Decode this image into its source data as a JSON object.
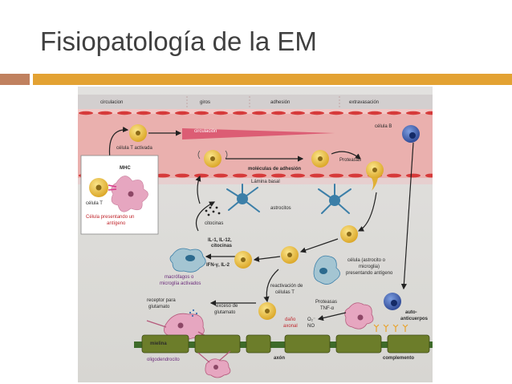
{
  "slide": {
    "title": "Fisiopatología de la EM"
  },
  "figure": {
    "stages": [
      "circulacion",
      "giros",
      "adhesión",
      "extravasación"
    ],
    "labels": {
      "circulacion_blood": "circulación",
      "celula_t_activada": "célula T activada",
      "celula_b": "célula B",
      "moleculas_adhesion": "moléculas de adhesión",
      "proteasas_top": "Proteasas",
      "lamina_basal": "Lámina basal",
      "astrocitos": "astrocitos",
      "mhc": "MHC",
      "celula_t": "célula T",
      "apc_line1": "Célula presentando un",
      "apc_line2": "antígeno",
      "citocinas": "citocinas",
      "il_line1": "IL-1, IL-12,",
      "il_line2": "citocinas",
      "ifn": "IFN-γ, IL-2",
      "macro_line1": "macrófagos o",
      "macro_line2": "microglía activados",
      "apc2_line1": "célula (astrocito o",
      "apc2_line2": "microglia)",
      "apc2_line3": "presentando antígeno",
      "react_line1": "reactivación de",
      "react_line2": "células T",
      "receptor_line1": "receptor para",
      "receptor_line2": "glutamato",
      "exceso_line1": "exceso de",
      "exceso_line2": "glutamato",
      "proteasas_bottom": "Proteasas",
      "tnf": "TNF-α",
      "dano_line1": "daño",
      "dano_line2": "axonal",
      "o2": "O₂⁻",
      "no": "NO",
      "auto_line1": "auto-",
      "auto_line2": "anticuerpos",
      "mielina": "mielina",
      "axon": "axón",
      "complemento": "complemento",
      "oligodendrocito": "oligodendrocito"
    }
  },
  "colors": {
    "title": "#404040",
    "rule_left": "#c0815f",
    "rule_right": "#e3a233",
    "vessel": "#e5a4a4",
    "endothelium": "#d63a3a",
    "tcell": "#e8bf34",
    "bcell": "#3e5fb0",
    "astrocyte": "#3c7fa8",
    "myelin": "#6c7d2a",
    "axon": "#3e6b2a"
  }
}
